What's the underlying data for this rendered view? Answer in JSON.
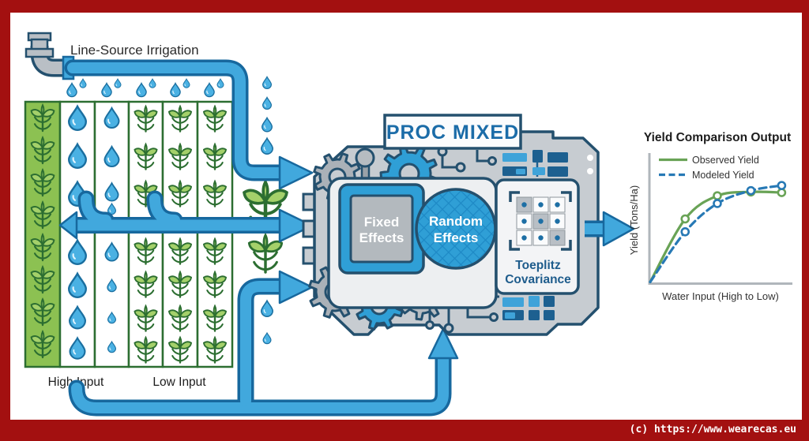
{
  "colors": {
    "frame_red": "#a31010",
    "canvas_white": "#ffffff",
    "outline_dark": "#24506e",
    "machine_gray": "#c7ccd1",
    "panel_light": "#edeff1",
    "accent_blue": "#2f9fd6",
    "pipe_blue": "#41a8dd",
    "pipe_outline": "#17689e",
    "field_green": "#8cc152",
    "plant_green": "#2c6e31",
    "drop_blue": "#4ab1e3",
    "observed_green": "#69a356",
    "modeled_blue": "#2779b5"
  },
  "irrigation": {
    "label": "Line-Source Irrigation"
  },
  "field": {
    "high_label": "High Input",
    "low_label": "Low Input",
    "columns": [
      {
        "content": "plants",
        "bg": "green",
        "count": 8
      },
      {
        "content": "drops",
        "bg": "white",
        "size": "large",
        "above": 3,
        "below": 4
      },
      {
        "content": "drops",
        "bg": "white",
        "size": "small",
        "above": 4,
        "below": 4
      },
      {
        "content": "plants",
        "bg": "white",
        "above": 3,
        "below": 4
      },
      {
        "content": "plants",
        "bg": "white",
        "above": 3,
        "below": 4
      },
      {
        "content": "plants",
        "bg": "white",
        "above": 3,
        "below": 4
      }
    ]
  },
  "machine": {
    "title": "PROC MIXED",
    "fixed_effects": {
      "line1": "Fixed",
      "line2": "Effects"
    },
    "random_effects": {
      "line1": "Random",
      "line2": "Effects"
    },
    "toeplitz": {
      "line1": "Toeplitz",
      "line2": "Covariance",
      "grid": [
        [
          "gray",
          "white",
          "white"
        ],
        [
          "white",
          "gray",
          "white"
        ],
        [
          "white",
          "white",
          "gray"
        ]
      ]
    }
  },
  "chart_data": {
    "type": "line",
    "title": "Yield Comparison Output",
    "xlabel": "Water Input (High to Low)",
    "ylabel": "Yield (Tons/Ha)",
    "xlim": [
      0,
      1
    ],
    "ylim": [
      0,
      1
    ],
    "grid": false,
    "legend_position": "top-left",
    "series": [
      {
        "name": "Observed Yield",
        "style": "solid",
        "color": "#69a356",
        "marker": "circle",
        "x": [
          0,
          0.25,
          0.48,
          0.72,
          0.94
        ],
        "y": [
          0.01,
          0.5,
          0.68,
          0.71,
          0.705
        ]
      },
      {
        "name": "Modeled Yield",
        "style": "dashed",
        "color": "#2779b5",
        "marker": "circle",
        "x": [
          0,
          0.25,
          0.48,
          0.72,
          0.94
        ],
        "y": [
          0.01,
          0.4,
          0.62,
          0.72,
          0.76
        ]
      }
    ]
  },
  "footer": {
    "copyright": "(c) https://www.wearecas.eu"
  }
}
